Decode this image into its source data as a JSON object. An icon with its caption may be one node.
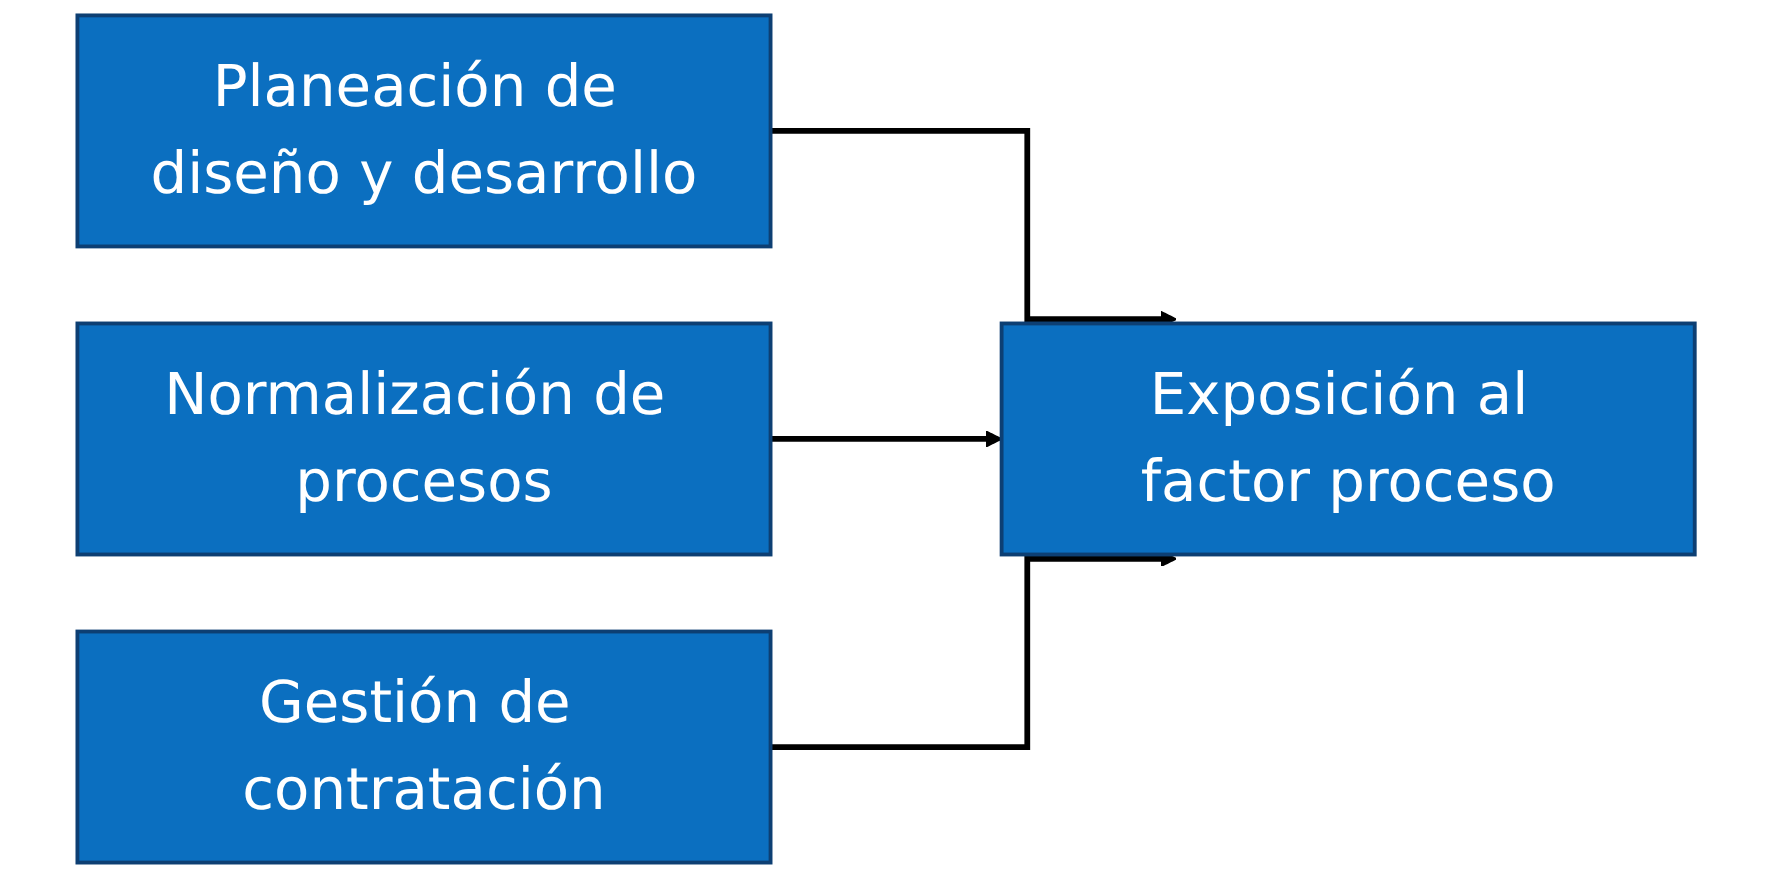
{
  "diagram": {
    "nodes": [
      {
        "text": [
          "Planeación de diseño y desarrollo"
        ]
      },
      {
        "text": [
          "Normalización de procesos"
        ]
      },
      {
        "text": [
          "Gestión de contratación"
        ]
      },
      {
        "text": [
          "Exposición al factor proceso"
        ]
      }
    ],
    "edges": [
      {
        "from": 0,
        "to": 3,
        "arrow": "to"
      },
      {
        "from": 1,
        "to": 3,
        "arrow": "to"
      },
      {
        "from": 2,
        "to": 3,
        "arrow": "to"
      }
    ]
  }
}
